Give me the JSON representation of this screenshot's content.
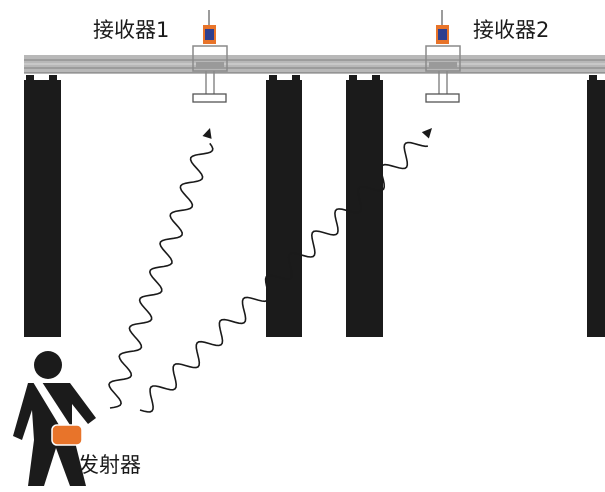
{
  "labels": {
    "receiver1": "接收器1",
    "receiver2": "接收器2",
    "transmitter": "发射器"
  },
  "colors": {
    "rail": "#b3b3b3",
    "rail_line": "#8c8c8c",
    "panel": "#1b1b1b",
    "device_orange": "#e8742a",
    "device_blue": "#2e3f8f",
    "wave": "#1a1a1a",
    "person": "#1b1b1b",
    "sash": "#ffffff",
    "pouch": "#e8742a"
  },
  "icons": [
    "receiver-antenna-icon",
    "signal-wave-icon",
    "person-icon",
    "transmitter-pouch-icon"
  ]
}
